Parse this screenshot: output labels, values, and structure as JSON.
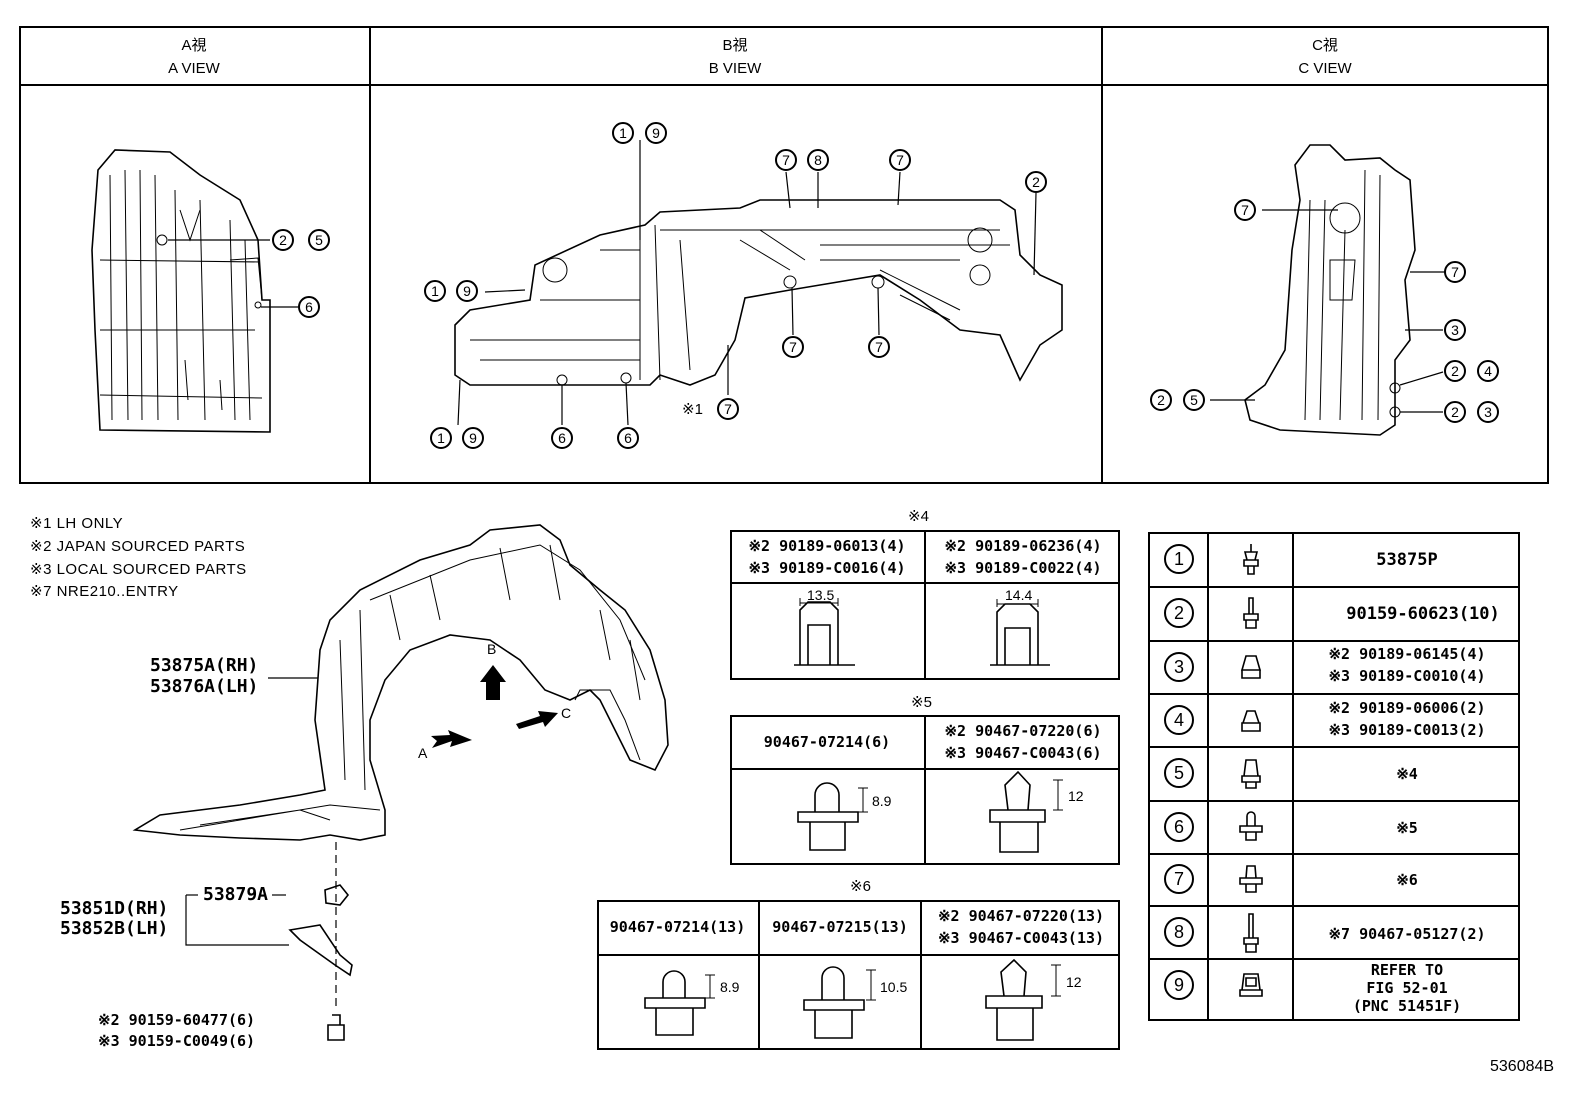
{
  "views": {
    "a": {
      "jp": "A視",
      "en": "A VIEW"
    },
    "b": {
      "jp": "B視",
      "en": "B VIEW"
    },
    "c": {
      "jp": "C視",
      "en": "C VIEW"
    }
  },
  "callouts": {
    "c1": "1",
    "c2": "2",
    "c3": "3",
    "c4": "4",
    "c5": "5",
    "c6": "6",
    "c7": "7",
    "c8": "8",
    "c9": "9"
  },
  "footnote_mark": "※1",
  "notes": [
    "※1 LH ONLY",
    "※2 JAPAN SOURCED PARTS",
    "※3 LOCAL SOURCED PARTS",
    "※7 NRE210..ENTRY"
  ],
  "main_part": {
    "rh": "53875A(RH)",
    "lh": "53876A(LH)"
  },
  "arrows": {
    "a": "A",
    "b": "B",
    "c": "C"
  },
  "bracket_part": {
    "rh": "53851D(RH)",
    "lh": "53852B(LH)",
    "nut": "53879A"
  },
  "bolt_part": {
    "jp": "※2 90159-60477(6)",
    "local": "※3 90159-C0049(6)"
  },
  "group4": {
    "title": "※4",
    "left": {
      "jp": "※2 90189-06013(4)",
      "local": "※3 90189-C0016(4)",
      "dim": "13.5"
    },
    "right": {
      "jp": "※2 90189-06236(4)",
      "local": "※3 90189-C0022(4)",
      "dim": "14.4"
    }
  },
  "group5": {
    "title": "※5",
    "left": {
      "part": "90467-07214(6)",
      "dim": "8.9"
    },
    "right": {
      "jp": "※2 90467-07220(6)",
      "local": "※3 90467-C0043(6)",
      "dim": "12"
    }
  },
  "group6": {
    "title": "※6",
    "col1": {
      "part": "90467-07214(13)",
      "dim": "8.9"
    },
    "col2": {
      "part": "90467-07215(13)",
      "dim": "10.5"
    },
    "col3": {
      "jp": "※2 90467-07220(13)",
      "local": "※3 90467-C0043(13)",
      "dim": "12"
    }
  },
  "legend": [
    {
      "num": "1",
      "icon": "screw-grommet-icon",
      "lines": [
        "53875P"
      ]
    },
    {
      "num": "2",
      "icon": "screw-icon",
      "lines": [
        "90159-60623(10)"
      ]
    },
    {
      "num": "3",
      "icon": "nut-icon",
      "lines": [
        "※2 90189-06145(4)",
        "※3 90189-C0010(4)"
      ]
    },
    {
      "num": "4",
      "icon": "nut-icon",
      "lines": [
        "※2 90189-06006(2)",
        "※3 90189-C0013(2)"
      ]
    },
    {
      "num": "5",
      "icon": "clip-icon",
      "lines": [
        "※4"
      ]
    },
    {
      "num": "6",
      "icon": "clip-icon",
      "lines": [
        "※5"
      ]
    },
    {
      "num": "7",
      "icon": "clip-icon",
      "lines": [
        "※6"
      ]
    },
    {
      "num": "8",
      "icon": "long-screw-icon",
      "lines": [
        "※7 90467-05127(2)"
      ]
    },
    {
      "num": "9",
      "icon": "clip-nut-icon",
      "lines": [
        "REFER TO",
        "FIG 52-01",
        "(PNC 51451F)"
      ]
    }
  ],
  "diagram_id": "536084B"
}
